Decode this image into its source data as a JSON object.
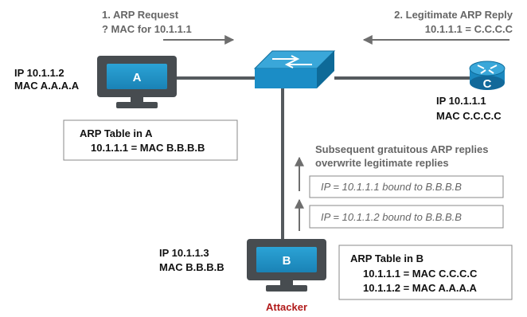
{
  "labels": {
    "arp_request_line1": "1. ARP Request",
    "arp_request_line2": "? MAC for 10.1.1.1",
    "arp_reply_line1": "2. Legitimate ARP Reply",
    "arp_reply_line2": "10.1.1.1 = C.C.C.C",
    "subsequent_line1": "Subsequent gratuitous ARP replies",
    "subsequent_line2": "overwrite legitimate replies",
    "attacker": "Attacker"
  },
  "hosts": {
    "a": {
      "letter": "A",
      "ip": "IP 10.1.1.2",
      "mac": "MAC A.A.A.A"
    },
    "b": {
      "letter": "B",
      "ip": "IP 10.1.1.3",
      "mac": "MAC B.B.B.B"
    },
    "c": {
      "letter": "C",
      "ip": "IP 10.1.1.1",
      "mac": "MAC C.C.C.C"
    }
  },
  "arp_table_a": {
    "title": "ARP Table in A",
    "rows": [
      "10.1.1.1 = MAC B.B.B.B"
    ]
  },
  "arp_table_b": {
    "title": "ARP Table in B",
    "rows": [
      "10.1.1.1 = MAC C.C.C.C",
      "10.1.1.2 = MAC A.A.A.A"
    ]
  },
  "gratuitous": [
    "IP = 10.1.1.1 bound to B.B.B.B",
    "IP = 10.1.1.2 bound to B.B.B.B"
  ],
  "colors": {
    "device_blue": "#1a8fc5",
    "device_dark": "#0a5c8a",
    "monitor_frame": "#474c50",
    "link": "#555a5e",
    "arrow": "#6e6e6e",
    "attacker_text": "#b11a1a"
  }
}
